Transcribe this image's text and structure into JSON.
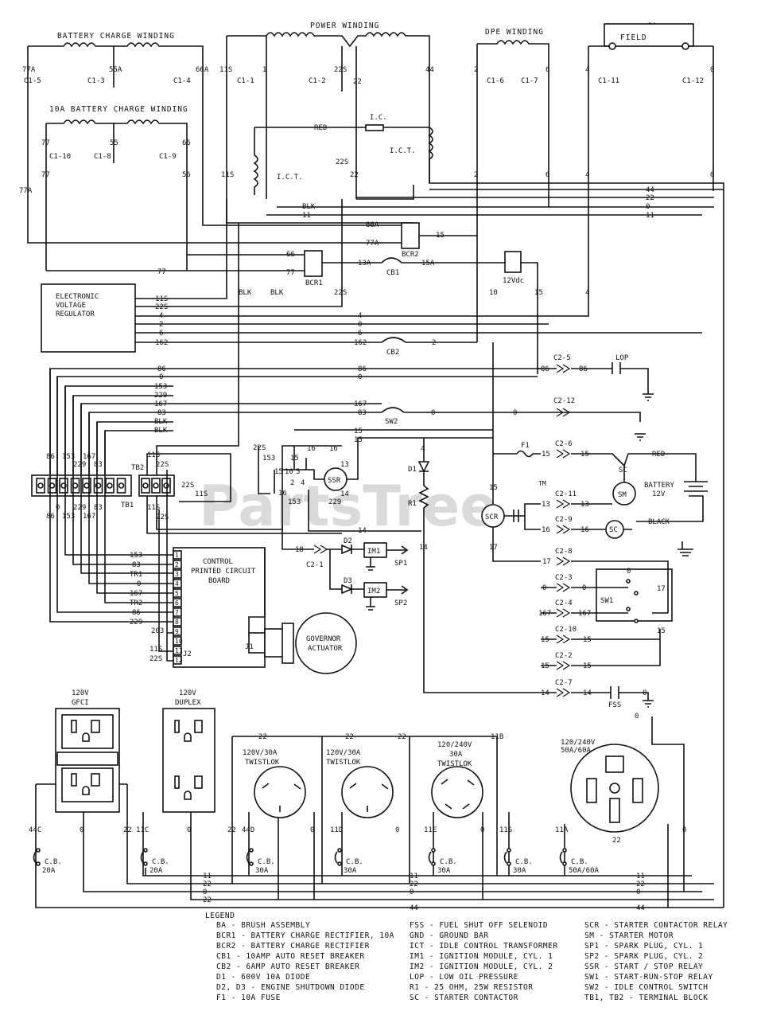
{
  "titles": {
    "battery_charge_winding": "BATTERY CHARGE WINDING",
    "battery_charge_winding_10a": "10A BATTERY CHARGE WINDING",
    "power_winding": "POWER WINDING",
    "dpe_winding": "DPE WINDING",
    "field": "FIELD",
    "field_ba": "BA"
  },
  "components": {
    "evr": [
      "ELECTRONIC",
      "VOLTAGE",
      "REGULATOR"
    ],
    "pcb": [
      "CONTROL",
      "PRINTED CIRCUIT",
      "BOARD"
    ],
    "governor": [
      "GOVERNOR",
      "ACTUATOR"
    ],
    "ict": "I.C.T.",
    "icb": "I.C.",
    "ssr": "SSR",
    "scr": "SCR",
    "sm": "SM",
    "sc": "SC",
    "battery": [
      "BATTERY",
      "12V"
    ],
    "black": "BLACK",
    "red": "RED",
    "vdc12": "12Vdc",
    "tb1": "TB1",
    "tb2": "TB2",
    "bcr1": "BCR1",
    "bcr2": "BCR2",
    "cb1": "CB1",
    "cb2": "CB2",
    "sw1": "SW1",
    "sw2": "SW2",
    "im1": "IM1",
    "im2": "IM2",
    "sp1": "SP1",
    "sp2": "SP2",
    "d1": "D1",
    "d2": "D2",
    "d3": "D3",
    "r1": "R1",
    "f1": "F1",
    "lop": "LOP",
    "fss": "FSS",
    "j1": "J1",
    "j2": "J2"
  },
  "outlets": {
    "gfci": [
      "120V",
      "GFCI"
    ],
    "duplex": [
      "120V",
      "DUPLEX"
    ],
    "tw1": [
      "120V/30A",
      "TWISTLOK"
    ],
    "tw2": [
      "120V/30A",
      "TWISTLOK"
    ],
    "tw3": [
      "120/240V",
      "30A",
      "TWISTLOK"
    ],
    "rec50": [
      "120/240V",
      "50A/60A"
    ]
  },
  "breakers": [
    {
      "wire": "44C",
      "label": "C.B.",
      "rating": "20A"
    },
    {
      "wire": "11C",
      "label": "C.B.",
      "rating": "20A"
    },
    {
      "wire": "44D",
      "label": "C.B.",
      "rating": "30A"
    },
    {
      "wire": "11D",
      "label": "C.B.",
      "rating": "30A"
    },
    {
      "wire": "11E",
      "label": "C.B.",
      "rating": "30A"
    },
    {
      "wire": "11S",
      "label": "C.B.",
      "rating": "30A"
    },
    {
      "wire": "11A",
      "label": "C.B.",
      "rating": "50A/60A"
    }
  ],
  "connectors": {
    "c1": [
      "C1-5",
      "C1-3",
      "C1-4",
      "C1-1",
      "C1-2",
      "C1-6",
      "C1-7",
      "C1-11",
      "C1-12",
      "C1-10",
      "C1-8",
      "C1-9"
    ],
    "c2": [
      "C2-5",
      "C2-12",
      "C2-6",
      "C2-11",
      "C2-9",
      "C2-8",
      "C2-3",
      "C2-4",
      "C2-10",
      "C2-2",
      "C2-7",
      "C2-1"
    ]
  },
  "wires": {
    "bus_labels": [
      "44",
      "22",
      "0",
      "11"
    ],
    "evr_wires": [
      "11S",
      "22S",
      "4",
      "2",
      "6",
      "162"
    ],
    "harness": [
      "86",
      "0",
      "153",
      "229",
      "167",
      "83",
      "BLK",
      "BLK"
    ],
    "pcb_pins": [
      "153",
      "83",
      "TR1",
      "0",
      "167",
      "TR2",
      "86",
      "229"
    ],
    "misc": [
      "77A",
      "55A",
      "66A",
      "77",
      "55",
      "66",
      "56",
      "11S",
      "22S",
      "1",
      "2",
      "44",
      "0",
      "4",
      "15",
      "13A",
      "15A",
      "162",
      "16",
      "18",
      "14",
      "13",
      "17",
      "167",
      "RED",
      "BLK"
    ]
  },
  "legend": [
    [
      "BA - BRUSH ASSEMBLY",
      "FSS - FUEL SHUT OFF SELENOID",
      "SCR - STARTER CONTACTOR RELAY"
    ],
    [
      "BCR1 - BATTERY CHARGE RECTIFIER, 10A",
      "GND - GROUND BAR",
      "SM - STARTER MOTOR"
    ],
    [
      "BCR2 - BATTERY CHARGE RECTIFIER",
      "ICT - IDLE CONTROL TRANSFORMER",
      "SP1 - SPARK PLUG, CYL. 1"
    ],
    [
      "CB1 - 10AMP AUTO RESET BREAKER",
      "IM1 - IGNITION MODULE, CYL. 1",
      "SP2 - SPARK PLUG, CYL. 2"
    ],
    [
      "CB2 - 6AMP AUTO RESET BREAKER",
      "IM2 - IGNITION MODULE, CYL. 2",
      "SSR - START / STOP RELAY"
    ],
    [
      "D1 - 600V 10A DIODE",
      "LOP - LOW OIL PRESSURE",
      "SW1 - START-RUN-STOP RELAY"
    ],
    [
      "D2, D3 - ENGINE SHUTDOWN DIODE",
      "R1 - 25 OHM, 25W RESISTOR",
      "SW2 - IDLE CONTROL SWITCH"
    ],
    [
      "F1 - 10A FUSE",
      "SC - STARTER CONTACTOR",
      "TB1, TB2 - TERMINAL BLOCK"
    ]
  ],
  "legend_title": "LEGEND",
  "watermark": "PartsTree",
  "watermark_tm": "TM"
}
